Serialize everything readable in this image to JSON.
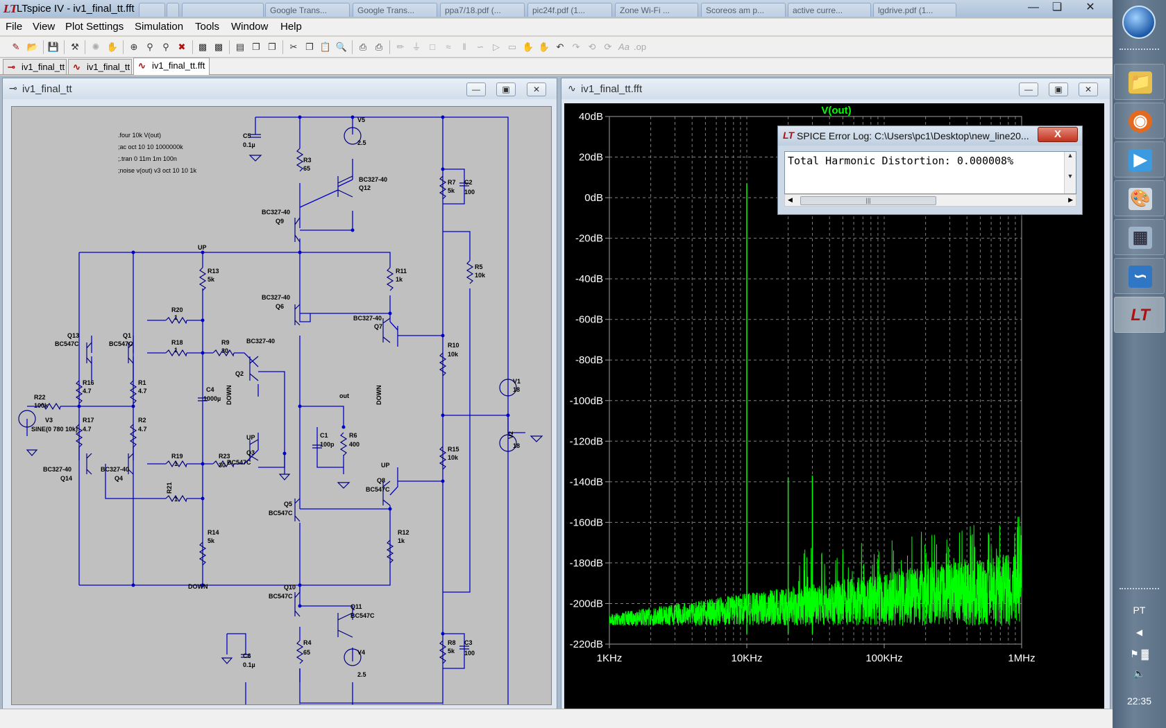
{
  "window": {
    "title": "LTspice IV - iv1_final_tt.fft",
    "background_tabs": [
      "",
      "",
      "",
      "Google Trans...",
      "Google Trans...",
      "ppa7/18.pdf (...",
      "pic24f.pdf (1...",
      "Zone Wi-Fi ...",
      "Scoreos am p...",
      "active curre...",
      "lgdrive.pdf (1..."
    ]
  },
  "menu": [
    "File",
    "View",
    "Plot Settings",
    "Simulation",
    "Tools",
    "Window",
    "Help"
  ],
  "doc_tabs": [
    "iv1_final_tt",
    "iv1_final_tt",
    "iv1_final_tt.fft"
  ],
  "schematic": {
    "title": "iv1_final_tt",
    "directives": [
      ".four 10k V(out)",
      ";ac oct 10 10 1000000k",
      ";.tran 0 11m 1m 100n",
      ";noise v(out) v3 oct 10 10 1k"
    ],
    "labels": [
      {
        "t": "C5"
      },
      {
        "t": "0.1µ"
      },
      {
        "t": "V5"
      },
      {
        "t": "2.5"
      },
      {
        "t": "R3"
      },
      {
        "t": "65"
      },
      {
        "t": "BC327-40"
      },
      {
        "t": "Q12"
      },
      {
        "t": "R7"
      },
      {
        "t": "5k"
      },
      {
        "t": "C2"
      },
      {
        "t": "100"
      },
      {
        "t": "BC327-40"
      },
      {
        "t": "Q9"
      },
      {
        "t": "UP"
      },
      {
        "t": "R13"
      },
      {
        "t": "5k"
      },
      {
        "t": "R11"
      },
      {
        "t": "1k"
      },
      {
        "t": "R5"
      },
      {
        "t": "10k"
      },
      {
        "t": "BC327-40"
      },
      {
        "t": "Q6"
      },
      {
        "t": "R20"
      },
      {
        "t": "1"
      },
      {
        "t": "BC327-40"
      },
      {
        "t": "Q7"
      },
      {
        "t": "Q13"
      },
      {
        "t": "BC547C"
      },
      {
        "t": "Q1"
      },
      {
        "t": "BC547C"
      },
      {
        "t": "R18"
      },
      {
        "t": "1"
      },
      {
        "t": "R9"
      },
      {
        "t": "30"
      },
      {
        "t": "BC327-40"
      },
      {
        "t": "R10"
      },
      {
        "t": "10k"
      },
      {
        "t": "Q2"
      },
      {
        "t": "DOWN"
      },
      {
        "t": "DOWN"
      },
      {
        "t": "R16"
      },
      {
        "t": "4.7"
      },
      {
        "t": "R1"
      },
      {
        "t": "4.7"
      },
      {
        "t": "V1"
      },
      {
        "t": "18"
      },
      {
        "t": "C4"
      },
      {
        "t": "1000µ"
      },
      {
        "t": "R22"
      },
      {
        "t": "100k"
      },
      {
        "t": "out"
      },
      {
        "t": "V3"
      },
      {
        "t": "SINE(0 780 10k)"
      },
      {
        "t": "R17"
      },
      {
        "t": "4.7"
      },
      {
        "t": "R2"
      },
      {
        "t": "4.7"
      },
      {
        "t": "UP"
      },
      {
        "t": "V2"
      },
      {
        "t": "18"
      },
      {
        "t": "C1"
      },
      {
        "t": "100p"
      },
      {
        "t": "R6"
      },
      {
        "t": "400"
      },
      {
        "t": "Q3"
      },
      {
        "t": "BC547C"
      },
      {
        "t": "BC327-40"
      },
      {
        "t": "Q14"
      },
      {
        "t": "BC327-40"
      },
      {
        "t": "Q4"
      },
      {
        "t": "R19"
      },
      {
        "t": "1"
      },
      {
        "t": "R23"
      },
      {
        "t": "30"
      },
      {
        "t": "UP"
      },
      {
        "t": "R15"
      },
      {
        "t": "10k"
      },
      {
        "t": "Q8"
      },
      {
        "t": "BC547C"
      },
      {
        "t": "R21"
      },
      {
        "t": "1"
      },
      {
        "t": "Q5"
      },
      {
        "t": "BC547C"
      },
      {
        "t": "R14"
      },
      {
        "t": "5k"
      },
      {
        "t": "R12"
      },
      {
        "t": "1k"
      },
      {
        "t": "DOWN"
      },
      {
        "t": "Q10"
      },
      {
        "t": "BC547C"
      },
      {
        "t": "Q11"
      },
      {
        "t": "BC547C"
      },
      {
        "t": "R4"
      },
      {
        "t": "65"
      },
      {
        "t": "R8"
      },
      {
        "t": "5k"
      },
      {
        "t": "C3"
      },
      {
        "t": "100"
      },
      {
        "t": "V4"
      },
      {
        "t": "2.5"
      },
      {
        "t": "C6"
      },
      {
        "t": "0.1µ"
      }
    ]
  },
  "fft": {
    "title": "iv1_final_tt.fft",
    "trace_name": "V(out)",
    "trace_color": "#00ff00"
  },
  "chart_data": {
    "type": "line",
    "title": "V(out)",
    "xlabel": "",
    "ylabel": "",
    "x_scale": "log",
    "xlim": [
      1000,
      1000000
    ],
    "ylim": [
      -220,
      40
    ],
    "x_ticks": [
      "1KHz",
      "10KHz",
      "100KHz",
      "1MHz"
    ],
    "y_ticks": [
      "40dB",
      "20dB",
      "0dB",
      "-20dB",
      "-40dB",
      "-60dB",
      "-80dB",
      "-100dB",
      "-120dB",
      "-140dB",
      "-160dB",
      "-180dB",
      "-200dB",
      "-220dB"
    ],
    "grid": true,
    "series": [
      {
        "name": "V(out)",
        "peaks": [
          {
            "x": 10000,
            "y": 7
          },
          {
            "x": 20000,
            "y": -138
          },
          {
            "x": 30000,
            "y": -137
          }
        ],
        "noise_floor_start_db": -205,
        "noise_floor_end_db": -175
      }
    ]
  },
  "error_log": {
    "title": "SPICE Error Log: C:\\Users\\pc1\\Desktop\\new_line20...",
    "text": "Total Harmonic Distortion: 0.000008%",
    "close_label": "X"
  },
  "taskbar": {
    "lang": "PT",
    "time": "22:35"
  }
}
